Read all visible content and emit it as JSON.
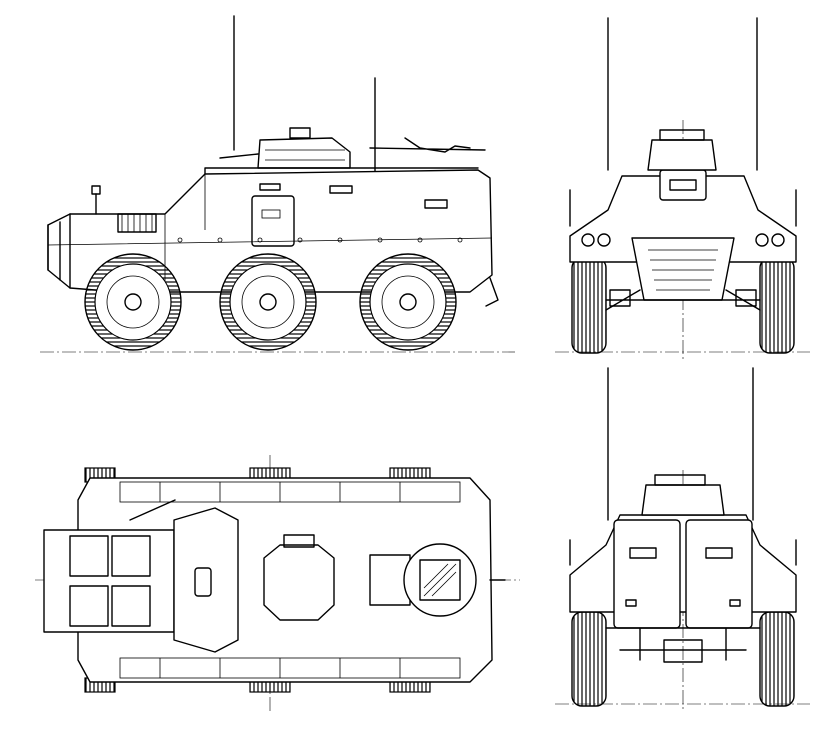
{
  "drawing": {
    "views": [
      "side-view",
      "front-view",
      "top-view",
      "rear-view"
    ],
    "colors": {
      "line": "#000000",
      "paper": "#ffffff"
    }
  }
}
